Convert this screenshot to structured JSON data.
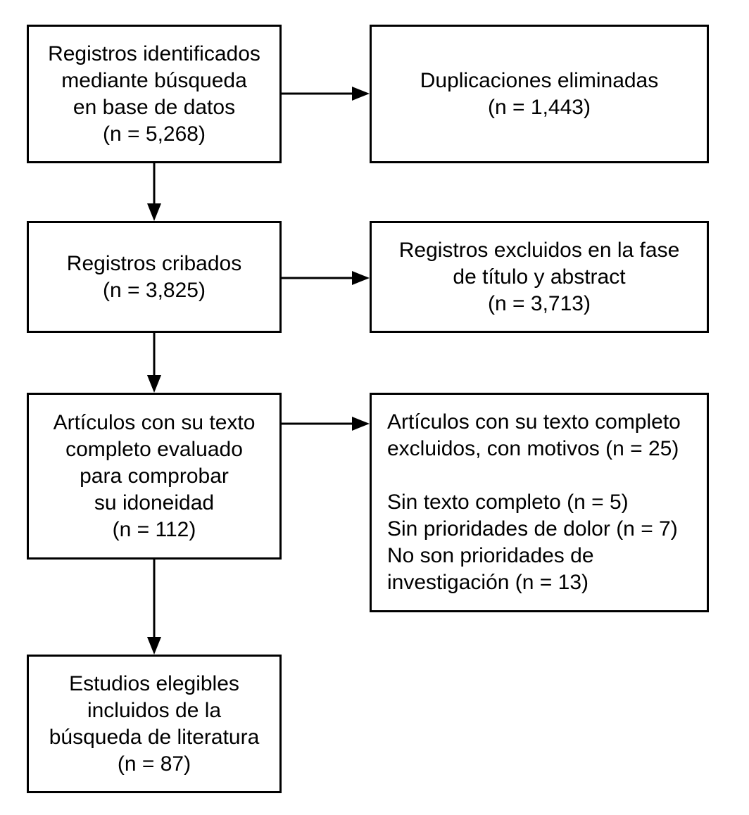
{
  "diagram": {
    "type": "flowchart",
    "language": "es",
    "colors": {
      "background": "#ffffff",
      "box_border": "#000000",
      "text": "#000000",
      "arrow": "#000000"
    },
    "boxes": {
      "identified": {
        "text": "Registros identificados\nmediante búsqueda\nen base de datos\n(n = 5,268)",
        "count": "5,268"
      },
      "duplicates_removed": {
        "text": "Duplicaciones eliminadas\n(n = 1,443)",
        "count": "1,443"
      },
      "screened": {
        "text": "Registros cribados\n(n = 3,825)",
        "count": "3,825"
      },
      "excluded_title_abstract": {
        "text": "Registros excluidos en la fase\nde título y abstract\n(n = 3,713)",
        "count": "3,713"
      },
      "fulltext_assessed": {
        "text": "Artículos con su texto\ncompleto evaluado\npara comprobar\nsu idoneidad\n(n = 112)",
        "count": "112"
      },
      "fulltext_excluded": {
        "text": "Artículos con su texto completo\nexcluidos, con motivos (n = 25)\n\nSin texto completo (n = 5)\nSin prioridades de dolor (n = 7)\nNo son prioridades de\ninvestigación (n = 13)",
        "count": "25",
        "reasons": [
          {
            "label": "Sin texto completo",
            "count": "5"
          },
          {
            "label": "Sin prioridades de dolor",
            "count": "7"
          },
          {
            "label": "No son prioridades de investigación",
            "count": "13"
          }
        ]
      },
      "included": {
        "text": "Estudios elegibles\nincluidos de la\nbúsqueda de literatura\n(n = 87)",
        "count": "87"
      }
    }
  }
}
